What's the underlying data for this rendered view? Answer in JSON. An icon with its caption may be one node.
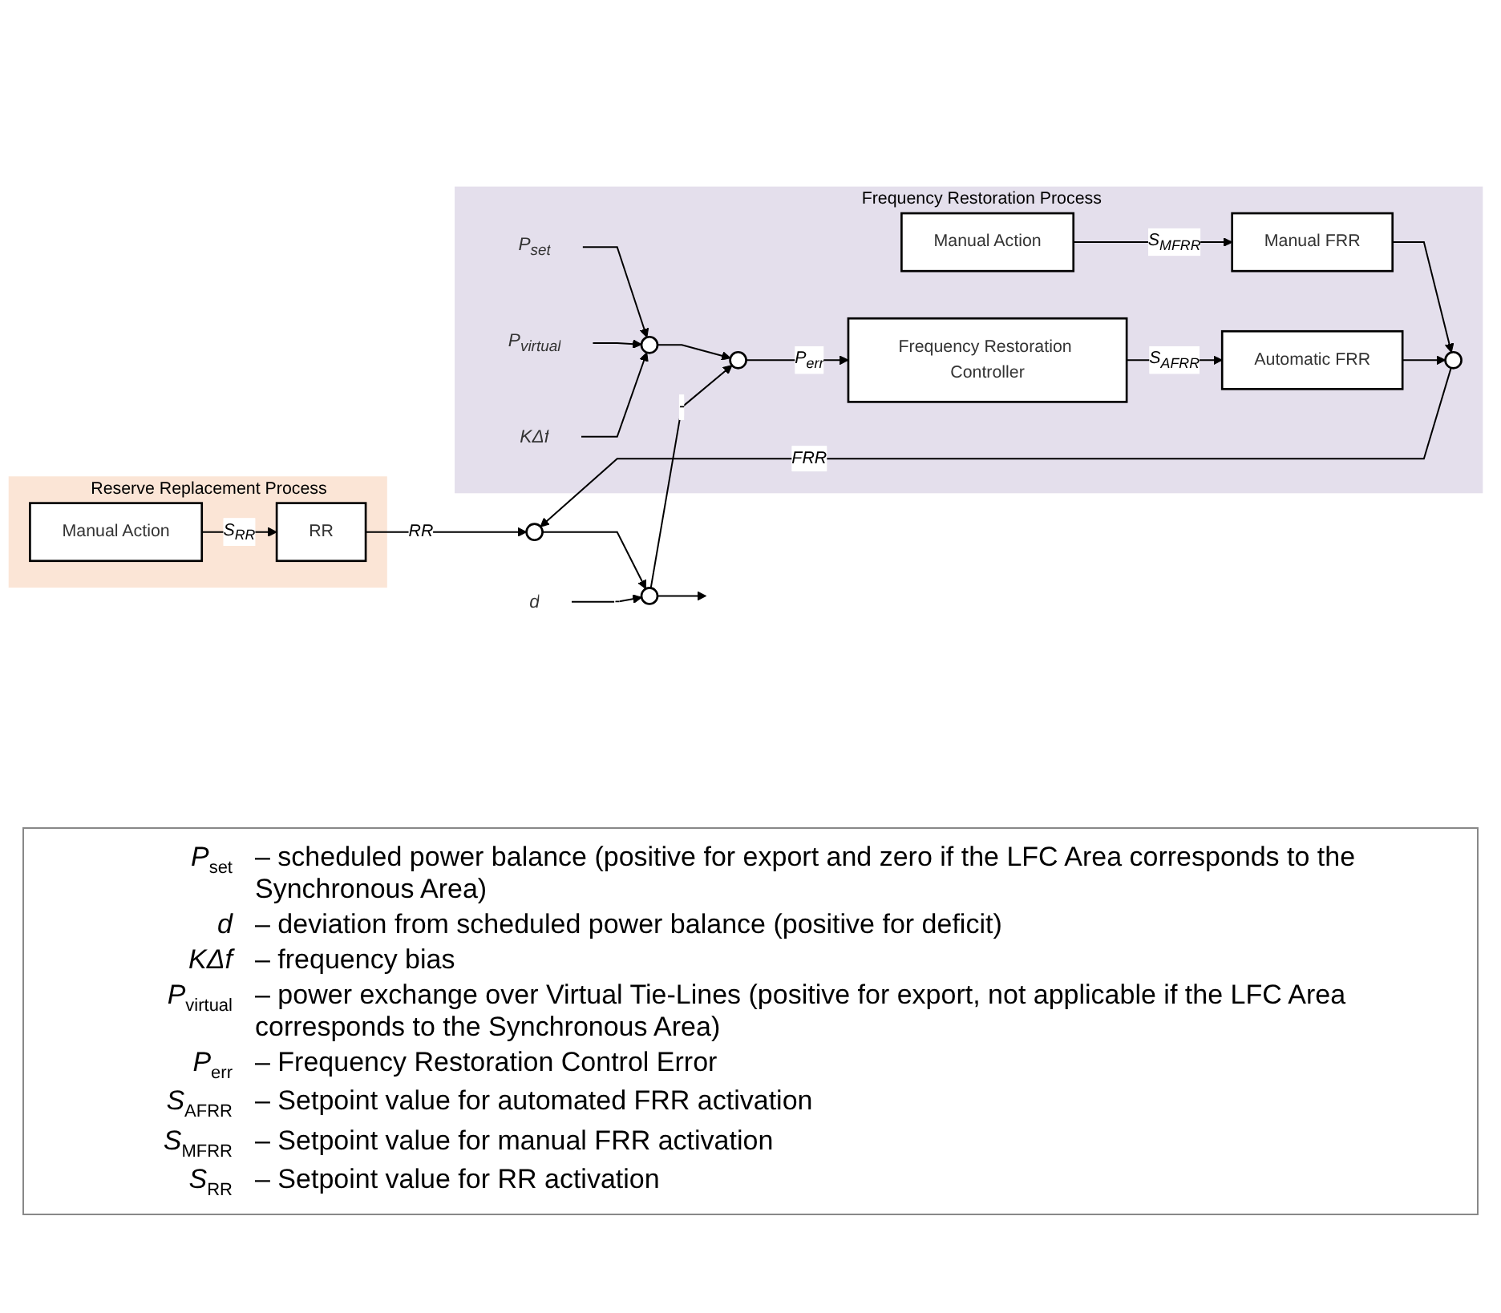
{
  "diagram": {
    "nodes": [
      {
        "text": [
          "Reserve Replacement Process"
        ]
      },
      {
        "text": [
          "Manual Action"
        ],
        "in": 0
      },
      {
        "text": [
          "RR"
        ],
        "in": 0
      },
      {
        "text": [
          "Frequency Restoration Process"
        ]
      },
      {
        "text": [
          "Manual Action"
        ],
        "in": 3
      },
      {
        "text": [
          "Manual FRR"
        ],
        "in": 3
      },
      {
        "text": [
          "P$_{virtual}$"
        ],
        "in": 3
      },
      {
        "text": [
          "P$_{set}$"
        ],
        "in": 3
      },
      {
        "text": [],
        "shape": "circle",
        "in": 3
      },
      {
        "text": [],
        "shape": "circle",
        "in": 3
      },
      {
        "text": [
          "Frequency Restoration Controller"
        ],
        "in": 3
      },
      {
        "text": [
          "Automatic FRR"
        ],
        "in": 3
      },
      {
        "text": [],
        "shape": "circle",
        "in": 3
      },
      {
        "text": [
          "KΔf"
        ],
        "in": 3
      },
      {
        "text": [],
        "shape": "circle"
      },
      {
        "text": [
          "d"
        ]
      },
      {
        "text": [],
        "shape": "circle"
      }
    ],
    "edges": [
      {
        "from": 1,
        "to": 2,
        "arrow": "to",
        "label": "S$_{RR}$"
      },
      {
        "from": 4,
        "to": 5,
        "arrow": "to",
        "label": "S$_{MFRR}$"
      },
      {
        "from": 7,
        "to": 8,
        "arrow": "to"
      },
      {
        "from": 6,
        "to": 8,
        "arrow": "to"
      },
      {
        "from": 13,
        "to": 8,
        "arrow": "to"
      },
      {
        "from": 8,
        "to": 9,
        "arrow": "to"
      },
      {
        "from": 9,
        "to": 10,
        "arrow": "to",
        "label": "P$_{err}$"
      },
      {
        "from": 10,
        "to": 11,
        "arrow": "to",
        "label": "S$_{AFRR}$"
      },
      {
        "from": 5,
        "to": 12,
        "arrow": "to"
      },
      {
        "from": 11,
        "to": 12,
        "arrow": "to"
      },
      {
        "from": 12,
        "to": 14,
        "arrow": "to",
        "label": "FRR"
      },
      {
        "from": 2,
        "to": 14,
        "arrow": "to",
        "label": "RR"
      },
      {
        "from": 14,
        "to": 16,
        "arrow": "to"
      },
      {
        "from": 15,
        "to": 16,
        "arrow": "to",
        "label": "-"
      },
      {
        "from": 16,
        "to": null,
        "arrow": "to"
      },
      {
        "from": 16,
        "to": 9,
        "arrow": "to",
        "label": "-"
      }
    ],
    "labels": [
      "P$_{set}$",
      "– scheduled power balance (positive for export and zero if the LFC Area corresponds to the Synchronous Area)",
      "d",
      "– deviation from scheduled power balance (positive for deficit)",
      "KΔf",
      "– frequency bias",
      "P$_{virtual}$",
      "– power exchange over Virtual Tie-Lines (positive for export, not applicable if the LFC Area corresponds to the Synchronous Area)",
      "P$_{err}$",
      "– Frequency Restoration Control Error",
      "S$_{AFRR}$",
      "– Setpoint value for automated FRR activation",
      "S$_{MFRR}$",
      "– Setpoint value for manual FRR activation",
      "S$_{RR}$",
      "– Setpoint value for RR activation"
    ]
  }
}
